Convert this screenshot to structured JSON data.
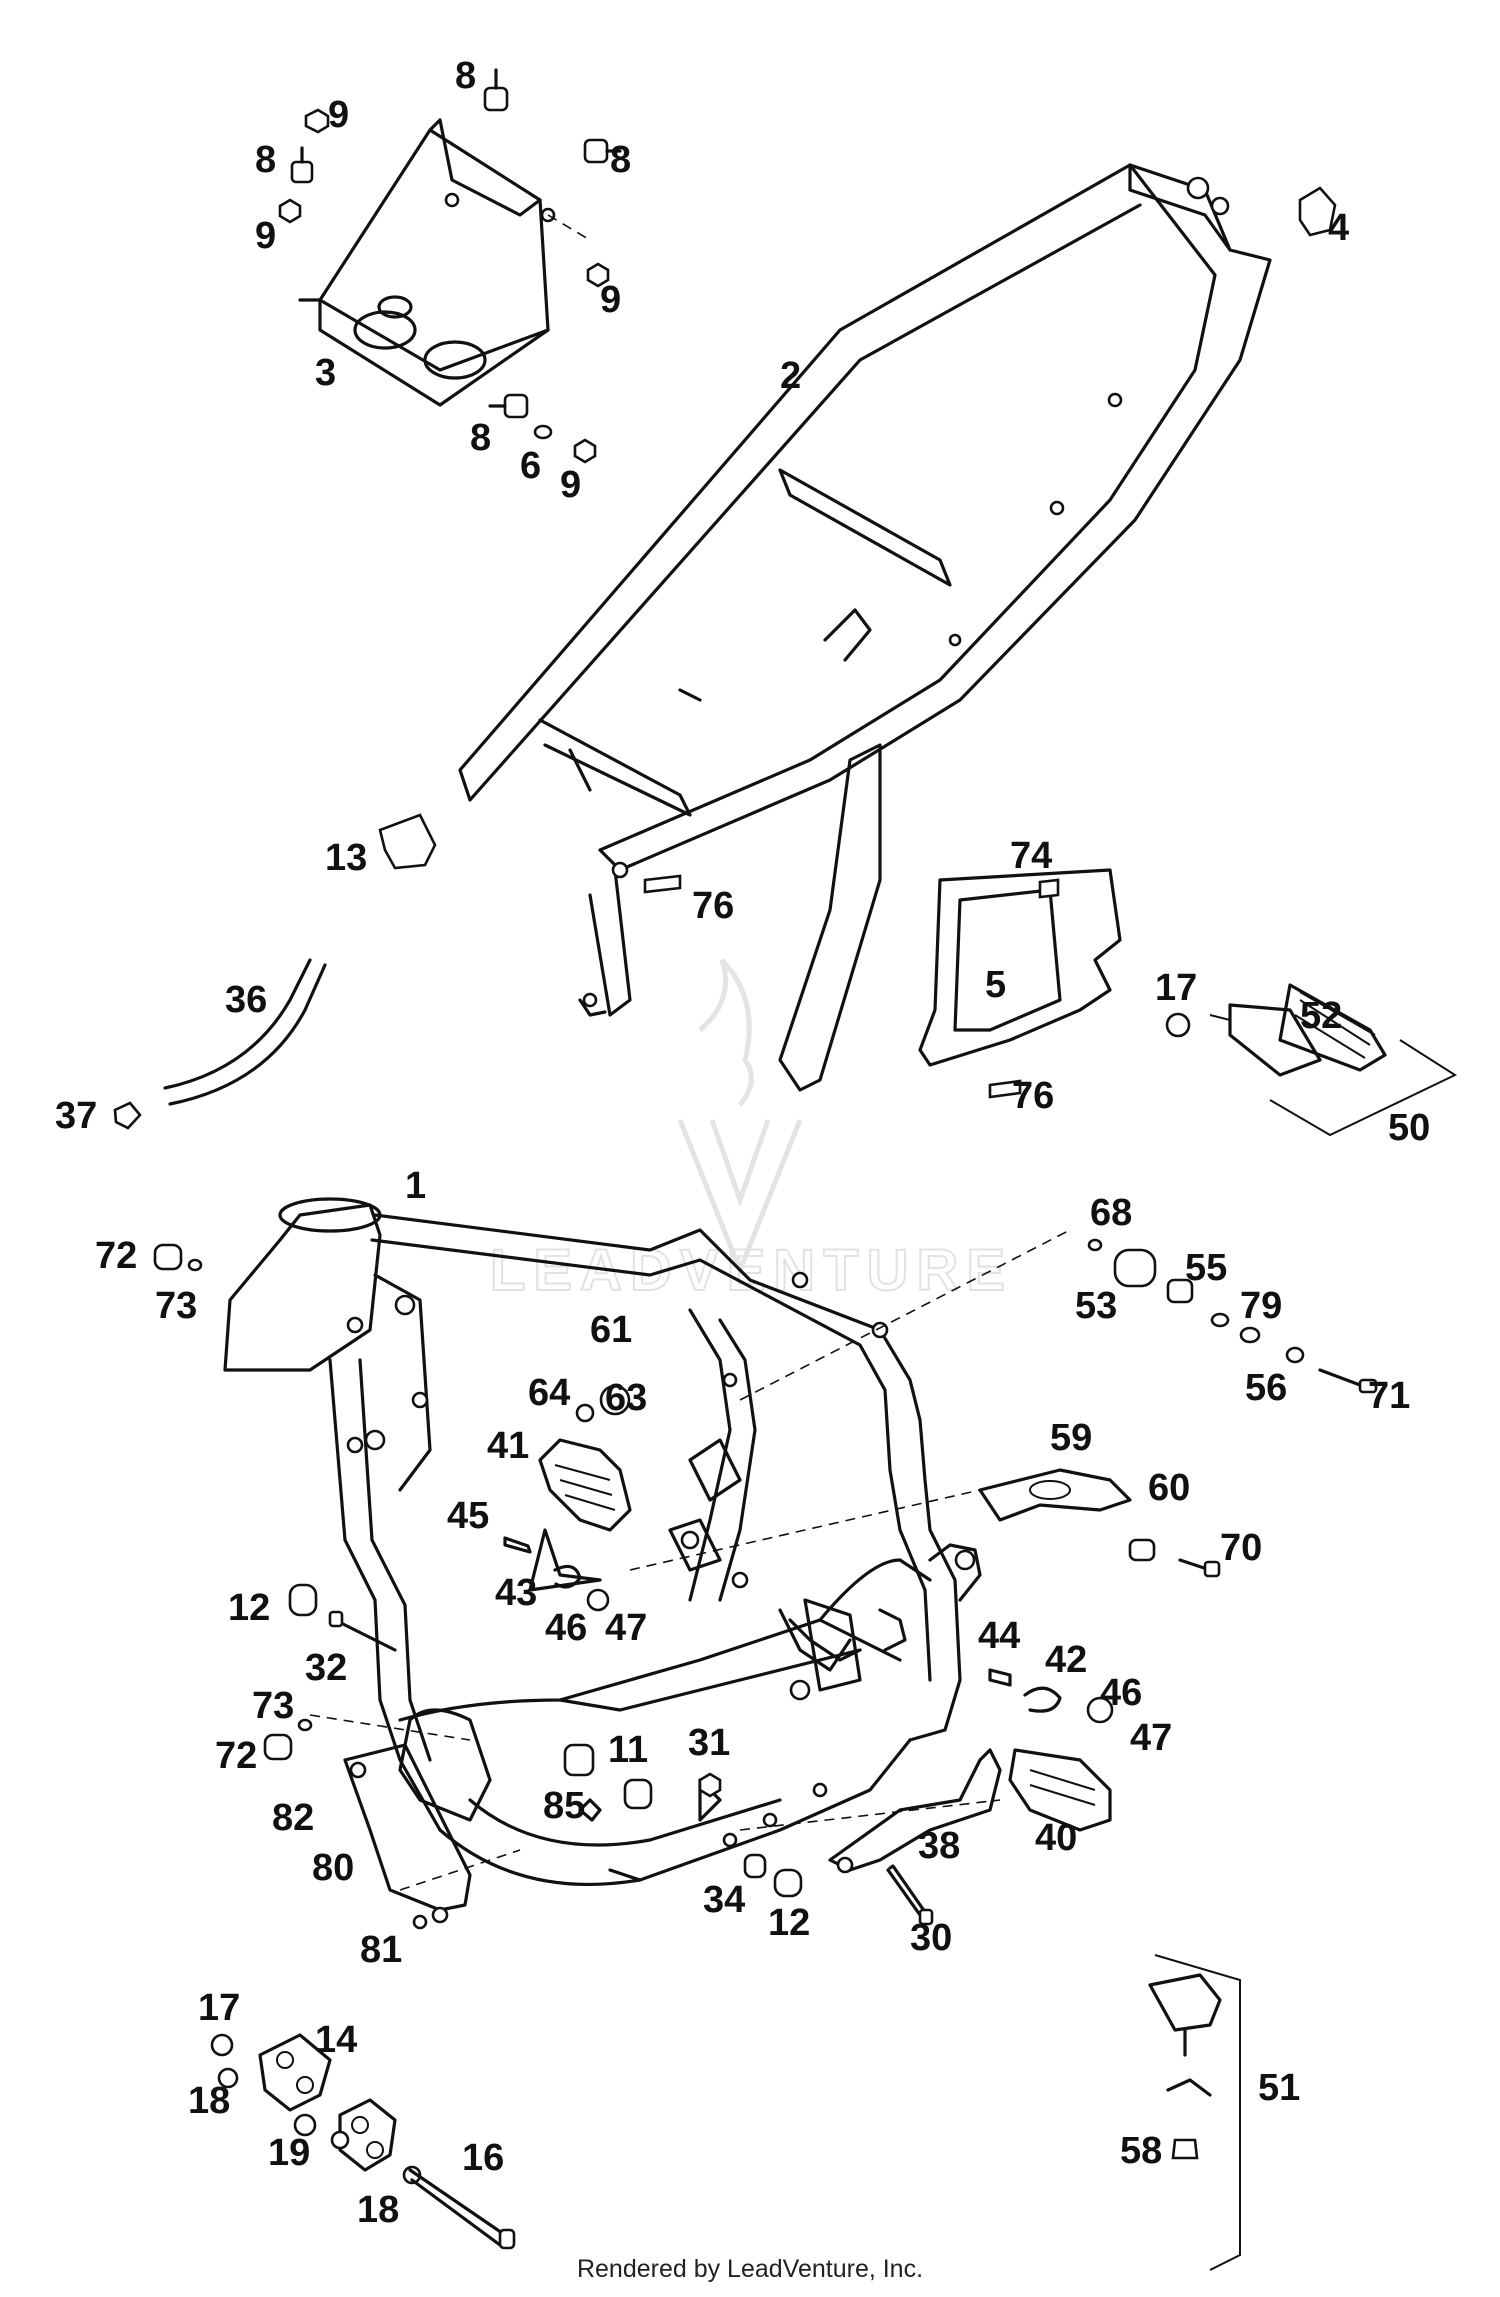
{
  "diagram": {
    "watermark": "LEADVENTURE",
    "footer": "Rendered by LeadVenture, Inc.",
    "callouts": [
      "8",
      "9",
      "8",
      "8",
      "9",
      "9",
      "3",
      "2",
      "4",
      "8",
      "6",
      "9",
      "13",
      "76",
      "74",
      "5",
      "17",
      "52",
      "36",
      "37",
      "76",
      "50",
      "1",
      "68",
      "72",
      "73",
      "55",
      "53",
      "79",
      "61",
      "64",
      "63",
      "56",
      "71",
      "41",
      "59",
      "60",
      "45",
      "70",
      "43",
      "46",
      "47",
      "12",
      "32",
      "44",
      "42",
      "46",
      "47",
      "73",
      "72",
      "11",
      "31",
      "82",
      "85",
      "38",
      "40",
      "80",
      "34",
      "12",
      "30",
      "81",
      "17",
      "14",
      "51",
      "18",
      "19",
      "16",
      "18",
      "58"
    ]
  }
}
